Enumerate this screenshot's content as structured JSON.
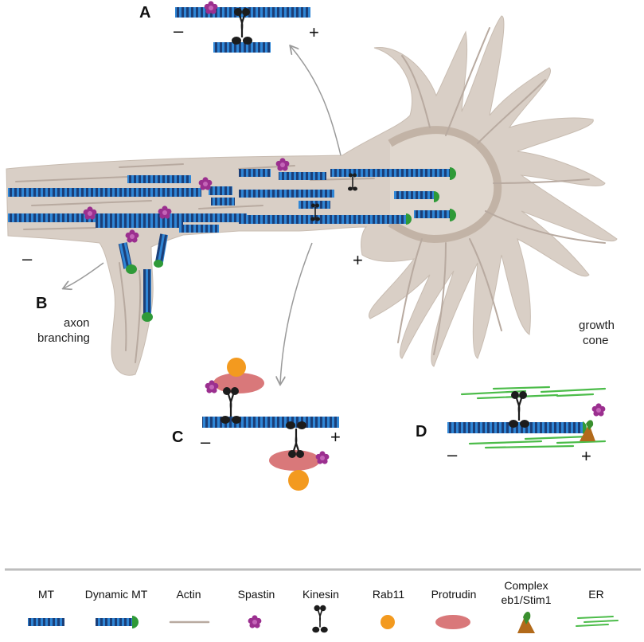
{
  "panels": {
    "a": "A",
    "b": "B",
    "c": "C",
    "d": "D"
  },
  "signs": {
    "minus": "–",
    "plus": "+"
  },
  "notes": {
    "axon_branching_1": "axon",
    "axon_branching_2": "branching",
    "growth_cone_1": "growth",
    "growth_cone_2": "cone"
  },
  "legend": [
    {
      "key": "mt",
      "label": "MT"
    },
    {
      "key": "dynamic_mt",
      "label": "Dynamic MT"
    },
    {
      "key": "actin",
      "label": "Actin"
    },
    {
      "key": "spastin",
      "label": "Spastin"
    },
    {
      "key": "kinesin",
      "label": "Kinesin"
    },
    {
      "key": "rab11",
      "label": "Rab11"
    },
    {
      "key": "protrudin",
      "label": "Protrudin"
    },
    {
      "key": "complex_1",
      "label": "Complex"
    },
    {
      "key": "complex_2",
      "label": "eb1/Stim1"
    },
    {
      "key": "er",
      "label": "ER"
    }
  ],
  "colors": {
    "neuron": "#d9cfc6",
    "neuron_edge": "#c8bcb1",
    "actin": "#b8aaa0",
    "mt_blue": "#2f86d6",
    "mt_dark": "#1c3f78",
    "dynamic_cap": "#2f9a38",
    "spastin": "#9b2f8f",
    "kinesin": "#1c1c1c",
    "rab11": "#f39a1f",
    "protrudin": "#d9787a",
    "er": "#4cbc4a",
    "complex_top": "#3a8f2e",
    "complex_bottom": "#b26a1a",
    "divider": "#bdbdbd"
  }
}
